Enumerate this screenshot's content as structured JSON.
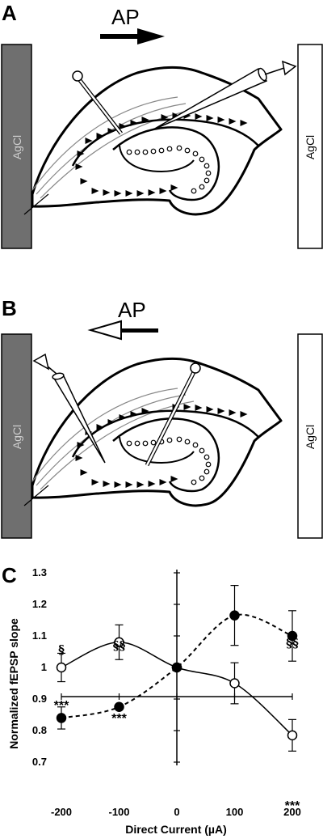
{
  "panels": {
    "a": {
      "letter": "A",
      "ap_label": "AP",
      "arrow_direction": "right",
      "left_electrode": "AgCl",
      "right_electrode": "AgCl"
    },
    "b": {
      "letter": "B",
      "ap_label": "AP",
      "arrow_direction": "left",
      "left_electrode": "AgCl",
      "right_electrode": "AgCl"
    },
    "c": {
      "letter": "C"
    }
  },
  "colors": {
    "dark_electrode": "#6f6f6f",
    "ink": "#000000",
    "open_marker": "#ffffff",
    "filled_marker": "#000000"
  },
  "chart_data": {
    "type": "line",
    "xlabel": "Direct Current (µA)",
    "ylabel": "Normalized fEPSP slope",
    "x": [
      -200,
      -100,
      0,
      100,
      200
    ],
    "xticks": [
      "-200",
      "-100",
      "0",
      "100",
      "200"
    ],
    "yticks": [
      "0.7",
      "0.8",
      "0.9",
      "1",
      "1.1",
      "1.2",
      "1.3"
    ],
    "xlim": [
      -200,
      200
    ],
    "ylim": [
      0.7,
      1.3
    ],
    "series": [
      {
        "marker": "open-circle",
        "line": "solid",
        "values": [
          1.0,
          1.08,
          1.0,
          0.95,
          0.785
        ],
        "errors": [
          0.045,
          0.055,
          0,
          0.065,
          0.05
        ]
      },
      {
        "marker": "filled-circle",
        "line": "dashed",
        "values": [
          0.84,
          0.875,
          1.0,
          1.165,
          1.1
        ],
        "errors": [
          0.035,
          0,
          0,
          0.095,
          0.08
        ]
      }
    ],
    "annotations": [
      {
        "x": -200,
        "text": "§",
        "kind": "section"
      },
      {
        "x": -200,
        "text": "***",
        "kind": "stars"
      },
      {
        "x": -100,
        "text": "§§",
        "kind": "section"
      },
      {
        "x": -100,
        "text": "***",
        "kind": "stars"
      },
      {
        "x": 200,
        "text": "§§",
        "kind": "section"
      },
      {
        "x": 200,
        "text": "***",
        "kind": "stars"
      }
    ]
  }
}
